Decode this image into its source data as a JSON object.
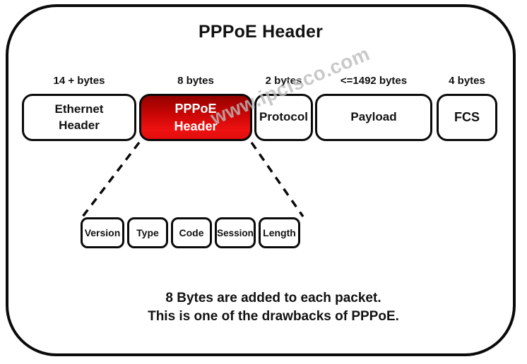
{
  "title": "PPPoE Header",
  "watermark": "www.ipcisco.com",
  "colors": {
    "frame_border": "#0a0a0a",
    "text": "#111111",
    "pppoe_gradient_top": "#930200",
    "pppoe_gradient_bottom": "#ee1111",
    "pppoe_text": "#ffffff",
    "watermark": "#bcbcbc"
  },
  "packet": {
    "fields": [
      {
        "label": "Ethernet Header",
        "size": "14 + bytes",
        "highlight": false
      },
      {
        "label": "PPPoE Header",
        "size": "8 bytes",
        "highlight": true
      },
      {
        "label": "Protocol",
        "size": "2 bytes",
        "highlight": false
      },
      {
        "label": "Payload",
        "size": "<=1492 bytes",
        "highlight": false
      },
      {
        "label": "FCS",
        "size": "4 bytes",
        "highlight": false
      }
    ]
  },
  "pppoe_fields": [
    "Version",
    "Type",
    "Code",
    "Session",
    "Length"
  ],
  "note": {
    "line1": "8 Bytes are added to each packet.",
    "line2": "This is one of the drawbacks of PPPoE."
  }
}
